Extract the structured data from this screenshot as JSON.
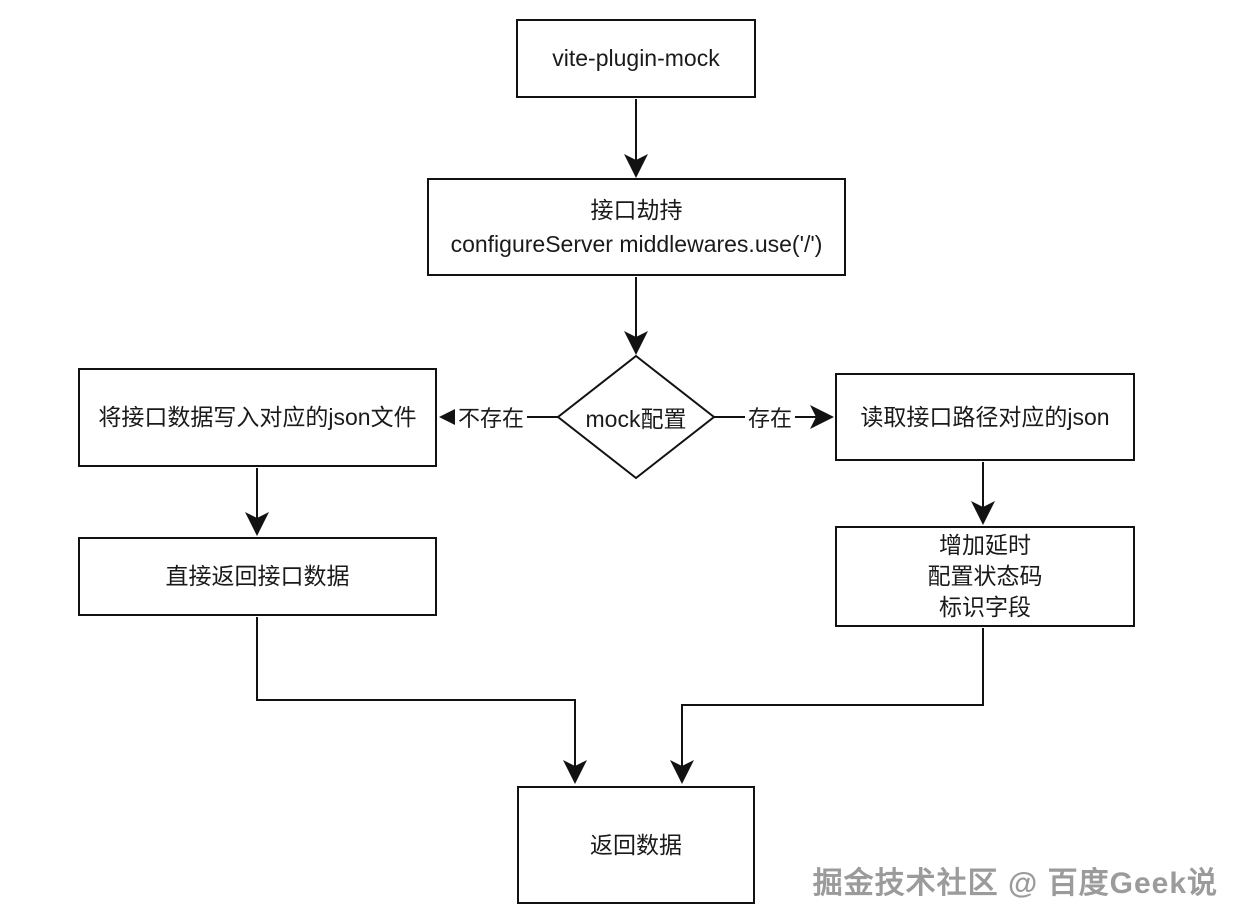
{
  "diagram": {
    "nodes": {
      "start": {
        "label": "vite-plugin-mock"
      },
      "intercept": {
        "line1": "接口劫持",
        "line2": "configureServer middlewares.use('/')"
      },
      "decision": {
        "label": "mock配置"
      },
      "write_json": {
        "label": "将接口数据写入对应的json文件"
      },
      "read_json": {
        "label": "读取接口路径对应的json"
      },
      "return_direct": {
        "label": "直接返回接口数据"
      },
      "enhance": {
        "line1": "增加延时",
        "line2": "配置状态码",
        "line3": "标识字段"
      },
      "return_data": {
        "label": "返回数据"
      }
    },
    "edge_labels": {
      "not_exists": "不存在",
      "exists": "存在"
    },
    "watermark": "掘金技术社区 @ 百度Geek说",
    "colors": {
      "stroke": "#121212",
      "background": "#ffffff",
      "watermark": "#9b9b9b"
    }
  }
}
